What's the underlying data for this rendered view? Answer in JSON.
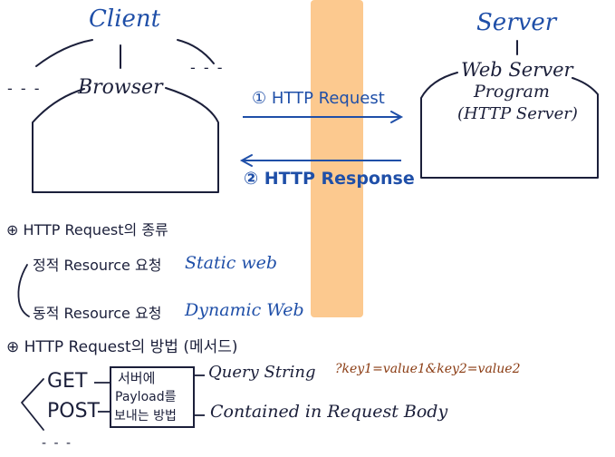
{
  "client": {
    "title": "Client",
    "browser_label": "Browser",
    "dots_left": "- - -",
    "dots_right": "- - -"
  },
  "server": {
    "title": "Server",
    "program_line1": "Web Server",
    "program_line2": "Program",
    "program_line3": "(HTTP Server)"
  },
  "arrows": {
    "request": "① HTTP Request",
    "response": "② HTTP Response"
  },
  "section1": {
    "heading": "⊕ HTTP Request의 종류",
    "static_label": "정적 Resource 요청",
    "static_type": "Static web",
    "dynamic_label": "동적 Resource 요청",
    "dynamic_type": "Dynamic Web"
  },
  "section2": {
    "heading": "⊕ HTTP Request의 방법 (메서드)",
    "methods": [
      "GET",
      "POST",
      "- - -"
    ],
    "box_lines": [
      "서버에",
      "Payload를",
      "보내는 방법"
    ],
    "get_target": "Query String",
    "get_example": "?key1=value1&key2=value2",
    "post_target": "Contained in Request Body"
  },
  "colors": {
    "ink": "#1b1f3a",
    "blue": "#1f4fa8",
    "brown": "#8a3b12",
    "stripe": "#fcc98f"
  }
}
